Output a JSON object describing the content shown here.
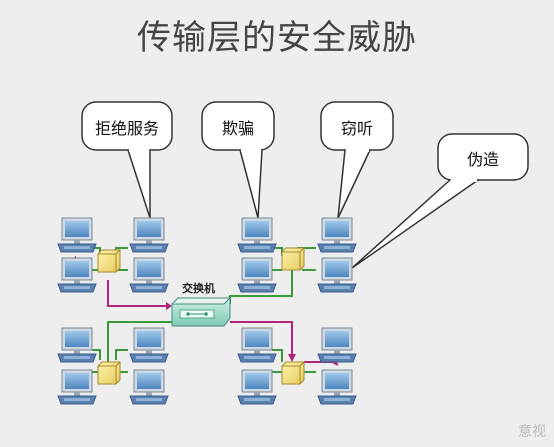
{
  "title": "传输层的安全威胁",
  "callouts": {
    "dos": "拒绝服务",
    "spoof": "欺骗",
    "eavesdrop": "窃听",
    "forge": "伪造"
  },
  "switch_label": "交换机",
  "watermark": "意视"
}
